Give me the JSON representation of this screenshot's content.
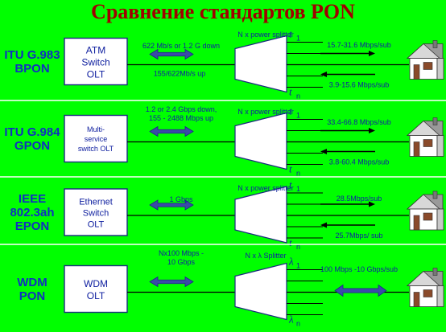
{
  "title": "Сравнение стандартов PON",
  "rows": [
    {
      "standard": [
        "ITU G.983",
        "BPON"
      ],
      "olt": [
        "ATM",
        "Switch",
        "OLT"
      ],
      "olt_size": "large",
      "link_rate": [
        "622 Mb/s or 1.2 G down"
      ],
      "link_rate_below": [
        "155/622Mb/s up"
      ],
      "splitter_label": "N x power splitter",
      "port_top": "t",
      "port_top_sub": "1",
      "port_bottom": "t",
      "port_bottom_sub": "n",
      "right_mode": "two-arrows",
      "rate_top": "15.7-31.6 Mbps/sub",
      "rate_bottom": "3.9-15.6 Mbps/sub"
    },
    {
      "standard": [
        "ITU G.984",
        "GPON"
      ],
      "olt": [
        "Multi-",
        "service",
        "switch OLT"
      ],
      "olt_size": "small",
      "link_rate": [
        "1.2 or 2.4 Gbps down,",
        "155 - 2488 Mbps up"
      ],
      "link_rate_below": [],
      "splitter_label": "N x power splitter",
      "port_top": "t",
      "port_top_sub": "1",
      "port_bottom": "t",
      "port_bottom_sub": "n",
      "right_mode": "two-arrows",
      "rate_top": "33.4-66.8 Mbps/sub",
      "rate_bottom": "3.8-60.4 Mbps/sub"
    },
    {
      "standard": [
        "IEEE",
        "802.3ah",
        "EPON"
      ],
      "olt": [
        "Ethernet",
        "Switch",
        "OLT"
      ],
      "olt_size": "medium",
      "link_rate": [
        "1 Gbps"
      ],
      "link_rate_below": [],
      "splitter_label": "N x power splitter",
      "port_top": "t",
      "port_top_sub": "1",
      "port_bottom": "t",
      "port_bottom_sub": "n",
      "right_mode": "two-arrows",
      "rate_top": "28.5Mbps/sub",
      "rate_bottom": "25.7Mbps/ sub"
    },
    {
      "standard": [
        "WDM",
        "PON"
      ],
      "olt": [
        "WDM",
        "OLT"
      ],
      "olt_size": "large",
      "link_rate": [
        "Nx100 Mbps -",
        "10 Gbps"
      ],
      "link_rate_below": [],
      "splitter_label": "N x λ Splitter",
      "port_top": "λ",
      "port_top_sub": "1",
      "port_bottom": "λ",
      "port_bottom_sub": "n",
      "right_mode": "double-arrow",
      "rate_top": "100 Mbps -10 Gbps/sub",
      "rate_bottom": ""
    }
  ],
  "colors": {
    "background": "#00ff00",
    "title": "#a00000",
    "text": "#1020a0",
    "arrow": "#3a4aa8",
    "house_wall": "#ffffff",
    "house_roof": "#9a9a9a",
    "house_window": "#8a4a2a"
  },
  "icons": [
    "olt-box",
    "splitter-trapezoid",
    "house-icon",
    "double-arrow",
    "single-arrow"
  ]
}
